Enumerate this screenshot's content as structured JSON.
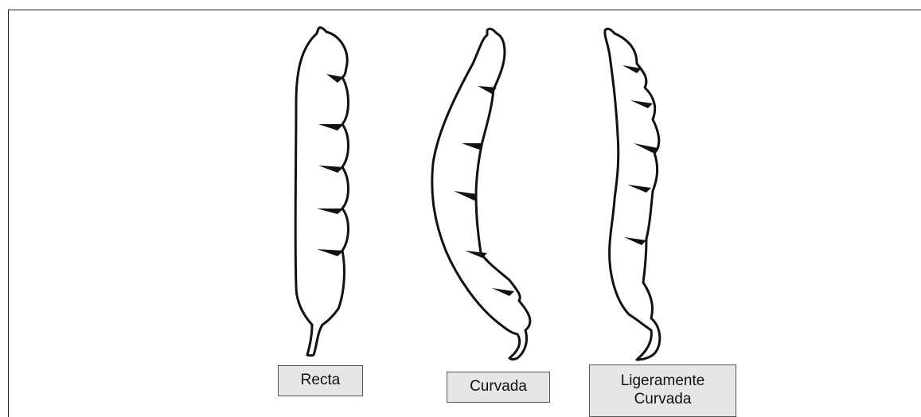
{
  "labels": {
    "straight": "Recta",
    "curved": "Curvada",
    "slightly_curved_line1": "Ligeramente",
    "slightly_curved_line2": "Curvada"
  },
  "colors": {
    "outline": "#111111",
    "label_fill": "#e6e6e6",
    "label_border": "#555555"
  }
}
